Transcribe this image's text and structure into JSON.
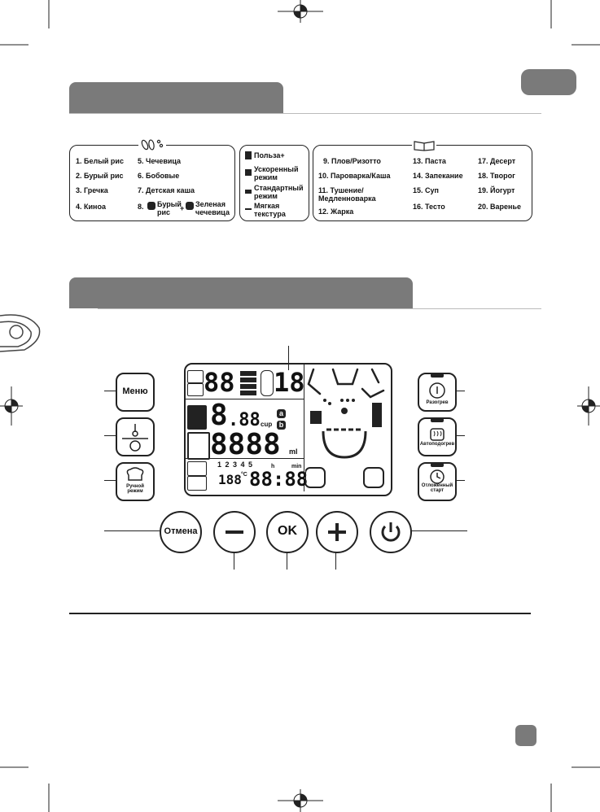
{
  "header": {
    "lang_tab": "",
    "page_number": ""
  },
  "programs": {
    "col1": [
      "1. Белый рис",
      "2. Бурый рис",
      "3. Гречка",
      "4. Киноа"
    ],
    "col2": [
      "5. Чечевица",
      "6. Бобовые",
      "7. Детская каша"
    ],
    "item8": {
      "num": "8.",
      "a": "Бурый\nрис",
      "plus": "+",
      "b": "Зеленая\nчечевица"
    },
    "modes": [
      "Польза+",
      "Ускоренный\nрежим",
      "Стандартный\nрежим",
      "Мягкая\nтекстура"
    ],
    "col3": [
      "9. Плов/Ризотто",
      "10. Пароварка/Каша",
      "11. Тушение/\nМедленноварка",
      "12. Жарка"
    ],
    "col4": [
      "13. Паста",
      "14. Запекание",
      "15. Суп",
      "16. Тесто"
    ],
    "col5": [
      "17. Десерт",
      "18. Творог",
      "19. Йогурт",
      "20. Варенье"
    ]
  },
  "lcd": {
    "digits_top": "88",
    "digits_person": "18",
    "digits_cup_big": "8",
    "digits_cup": ".88",
    "cup_unit": "cup",
    "ml_digits": "8888",
    "ml_unit": "ml",
    "steps": "1 2 3 4 5",
    "h_label": "h",
    "min_label": "min",
    "temp_digits": "188",
    "temp_unit": "°C",
    "time_digits": "88:88",
    "badge_a": "a",
    "badge_b": "b"
  },
  "buttons": {
    "menu": "Меню",
    "manual": "Ручной\nрежим",
    "reheat": "Разогрев",
    "keepwarm": "Автоподогрев",
    "delay": "Отложенный\nстарт",
    "cancel": "Отмена",
    "minus": "—",
    "ok": "OK",
    "plus": "+"
  }
}
